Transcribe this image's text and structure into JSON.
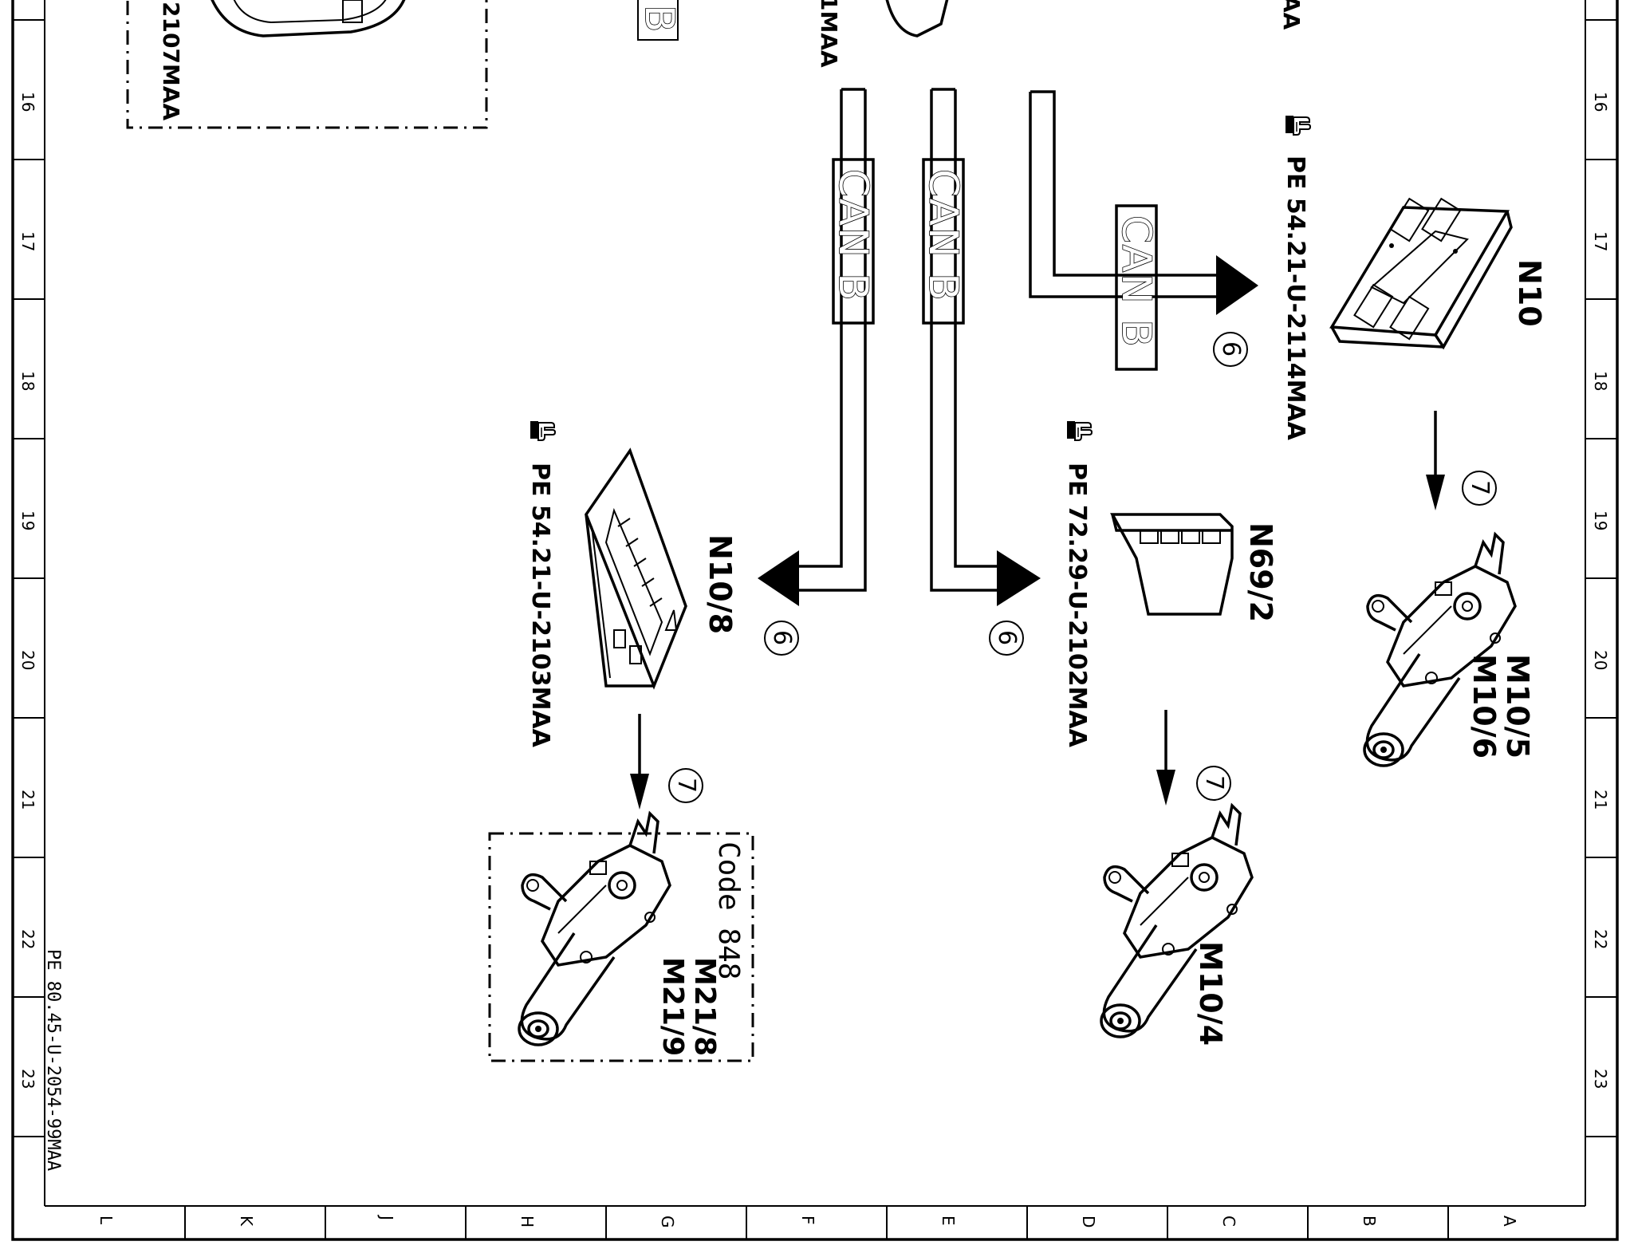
{
  "ruler": {
    "left_numbers": [
      "16",
      "17",
      "18",
      "19",
      "20",
      "21",
      "22",
      "23"
    ],
    "right_numbers": [
      "16",
      "17",
      "18",
      "19",
      "20",
      "21",
      "22",
      "23"
    ],
    "bottom_letters": [
      "L",
      "K",
      "J",
      "H",
      "G",
      "F",
      "E",
      "D",
      "C",
      "B",
      "A"
    ]
  },
  "footer": {
    "doc_ref": "PE 80.45-U-2054-99MAA"
  },
  "top_fragments": {
    "left_ref": "2107MAA",
    "box_letter": "B",
    "mid_ref": "1MAA",
    "right_ref": "AA"
  },
  "bus": {
    "label": "CAN B"
  },
  "components": {
    "n10": {
      "name": "N10",
      "ref": "PE 54.21-U-2114MAA",
      "step": "6"
    },
    "m10_5_6": {
      "name_a": "M10/5",
      "name_b": "M10/6",
      "step": "7"
    },
    "n10_8": {
      "name": "N10/8",
      "ref": "PE 54.21-U-2103MAA",
      "step": "6"
    },
    "m21": {
      "code": "Code 848",
      "name_a": "M21/8",
      "name_b": "M21/9",
      "step": "7"
    },
    "n69_2": {
      "name": "N69/2",
      "ref": "PE 72.29-U-2102MAA",
      "step": "6"
    },
    "m10_4": {
      "name": "M10/4",
      "step": "7"
    }
  },
  "icons": [
    "hand-pointer-icon"
  ],
  "colors": {
    "ink": "#000000",
    "paper": "#ffffff"
  }
}
